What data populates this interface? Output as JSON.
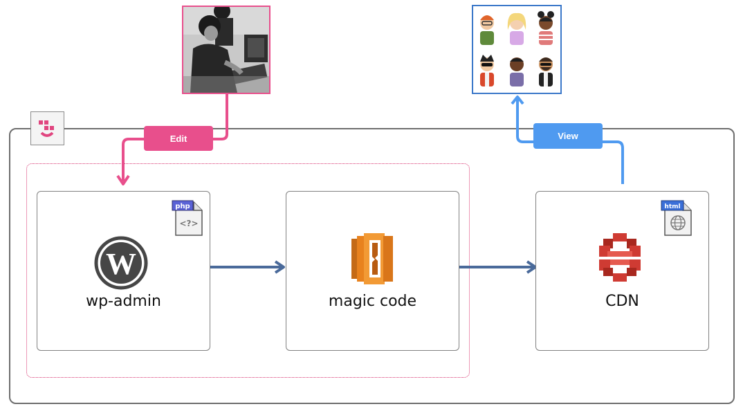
{
  "pills": {
    "edit_label": "Edit",
    "view_label": "View"
  },
  "nodes": {
    "wp_admin_label": "wp-admin",
    "magic_code_label": "magic code",
    "cdn_label": "CDN"
  },
  "file_tags": {
    "php": "php",
    "php_symbol": "<?>",
    "html": "html"
  },
  "colors": {
    "edit_pink": "#e84f8c",
    "view_blue": "#4f9af0",
    "arrow_navy": "#4a6a9a",
    "aws_orange": "#e8821e",
    "aws_red": "#cf3b33",
    "wordpress_gray": "#464646"
  }
}
